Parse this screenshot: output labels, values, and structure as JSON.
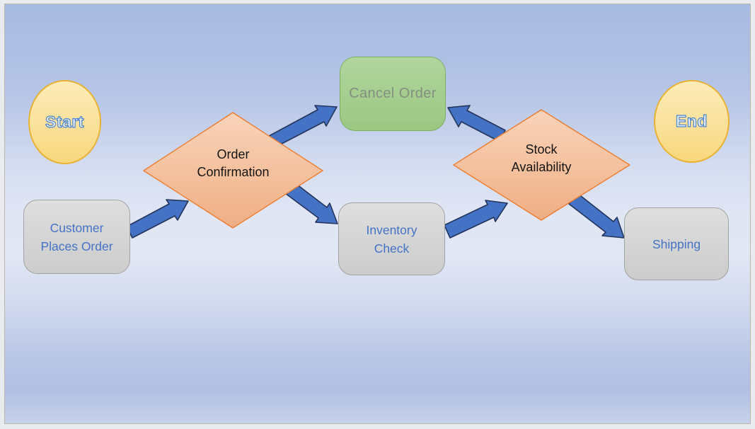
{
  "slide": {
    "background_colors": {
      "top": "#a8bbe2",
      "middle": "#e2e7f5",
      "lower_band": "#b1c0e3",
      "bottom_edge": "#c7d2eb"
    },
    "frame_color": "#bdb7ab",
    "margin_color": "#e9ebee"
  },
  "diagram": {
    "nodes": {
      "start": {
        "label": "Start",
        "shape": "ellipse",
        "role": "terminator",
        "fill": "#fbe3a0",
        "stroke": "#e9b235",
        "text_color": "#f0f5fc",
        "text_outline": "#4d84cf"
      },
      "customer_places_order": {
        "label": "Customer\nPlaces Order",
        "shape": "rounded-rectangle",
        "role": "process",
        "fill": "#d6d6d6",
        "stroke": "#a3a3a3",
        "text_color": "#4472c4"
      },
      "order_confirmation": {
        "label": "Order\nConfirmation",
        "shape": "diamond",
        "role": "decision",
        "fill": "#f4c09d",
        "stroke": "#ed7d31",
        "text_color": "#141414"
      },
      "cancel_order": {
        "label": "Cancel Order",
        "shape": "rounded-rectangle",
        "role": "process",
        "fill": "#a6cf91",
        "stroke": "#7aaf5e",
        "text_color": "#848f80"
      },
      "inventory_check": {
        "label": "Inventory\nCheck",
        "shape": "rounded-rectangle",
        "role": "process",
        "fill": "#d6d6d6",
        "stroke": "#a3a3a3",
        "text_color": "#4472c4"
      },
      "stock_availability": {
        "label": "Stock\nAvailability",
        "shape": "diamond",
        "role": "decision",
        "fill": "#f4c09d",
        "stroke": "#ed7d31",
        "text_color": "#141414"
      },
      "shipping": {
        "label": "Shipping",
        "shape": "rounded-rectangle",
        "role": "process",
        "fill": "#d6d6d6",
        "stroke": "#a3a3a3",
        "text_color": "#4472c4"
      },
      "end": {
        "label": "End",
        "shape": "ellipse",
        "role": "terminator",
        "fill": "#fbe3a0",
        "stroke": "#e9b235",
        "text_color": "#f0f5fc",
        "text_outline": "#4d84cf"
      }
    },
    "edges": [
      {
        "from": "customer_places_order",
        "to": "order_confirmation"
      },
      {
        "from": "order_confirmation",
        "to": "cancel_order"
      },
      {
        "from": "order_confirmation",
        "to": "inventory_check"
      },
      {
        "from": "inventory_check",
        "to": "stock_availability"
      },
      {
        "from": "stock_availability",
        "to": "cancel_order"
      },
      {
        "from": "stock_availability",
        "to": "shipping"
      }
    ],
    "connector_style": {
      "fill": "#4472c4",
      "stroke": "#24355c",
      "type": "block-arrow"
    }
  }
}
